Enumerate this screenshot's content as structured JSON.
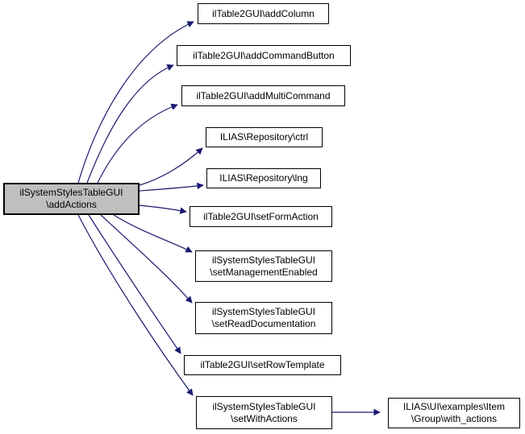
{
  "diagram": {
    "type": "doxygen-call-graph",
    "background_color": "#ffffff",
    "edge_color": "#191970",
    "node_fill_color": "#ffffff",
    "node_border_color": "#000000",
    "focus_node_fill_color": "#bfbfbf",
    "nodes": [
      {
        "id": "addActions",
        "focus": true,
        "lines": [
          "ilSystemStylesTableGUI",
          "\\addActions"
        ]
      },
      {
        "id": "addColumn",
        "focus": false,
        "lines": [
          "ilTable2GUI\\addColumn"
        ]
      },
      {
        "id": "addCommandButton",
        "focus": false,
        "lines": [
          "ilTable2GUI\\addCommandButton"
        ]
      },
      {
        "id": "addMultiCommand",
        "focus": false,
        "lines": [
          "ilTable2GUI\\addMultiCommand"
        ]
      },
      {
        "id": "ctrl",
        "focus": false,
        "lines": [
          "ILIAS\\Repository\\ctrl"
        ]
      },
      {
        "id": "lng",
        "focus": false,
        "lines": [
          "ILIAS\\Repository\\lng"
        ]
      },
      {
        "id": "setFormAction",
        "focus": false,
        "lines": [
          "ilTable2GUI\\setFormAction"
        ]
      },
      {
        "id": "setManagementEnabled",
        "focus": false,
        "lines": [
          "ilSystemStylesTableGUI",
          "\\setManagementEnabled"
        ]
      },
      {
        "id": "setReadDocumentation",
        "focus": false,
        "lines": [
          "ilSystemStylesTableGUI",
          "\\setReadDocumentation"
        ]
      },
      {
        "id": "setRowTemplate",
        "focus": false,
        "lines": [
          "ilTable2GUI\\setRowTemplate"
        ]
      },
      {
        "id": "setWithActions",
        "focus": false,
        "lines": [
          "ilSystemStylesTableGUI",
          "\\setWithActions"
        ]
      },
      {
        "id": "with_actions",
        "focus": false,
        "lines": [
          "ILIAS\\UI\\examples\\Item",
          "\\Group\\with_actions"
        ]
      }
    ],
    "edges": [
      {
        "from": "addActions",
        "to": "addColumn"
      },
      {
        "from": "addActions",
        "to": "addCommandButton"
      },
      {
        "from": "addActions",
        "to": "addMultiCommand"
      },
      {
        "from": "addActions",
        "to": "ctrl"
      },
      {
        "from": "addActions",
        "to": "lng"
      },
      {
        "from": "addActions",
        "to": "setFormAction"
      },
      {
        "from": "addActions",
        "to": "setManagementEnabled"
      },
      {
        "from": "addActions",
        "to": "setReadDocumentation"
      },
      {
        "from": "addActions",
        "to": "setRowTemplate"
      },
      {
        "from": "addActions",
        "to": "setWithActions"
      },
      {
        "from": "setWithActions",
        "to": "with_actions"
      }
    ]
  }
}
